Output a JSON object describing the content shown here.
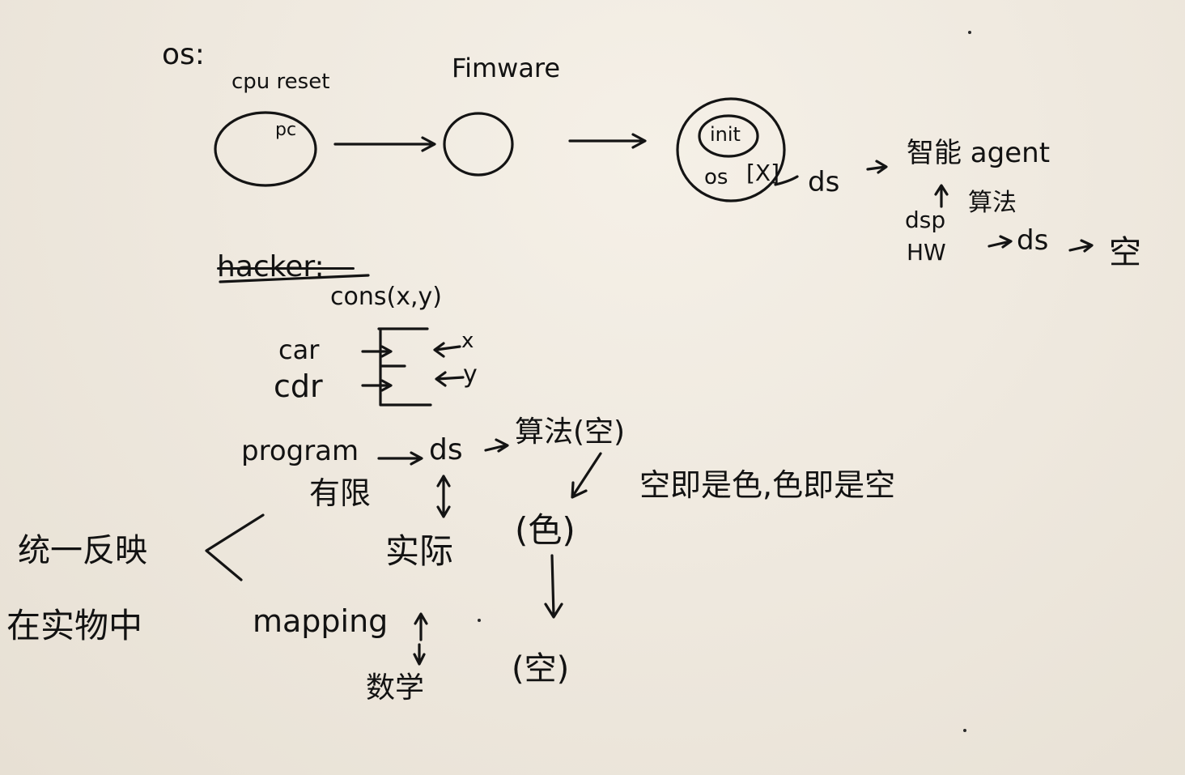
{
  "note": {
    "title": "os:",
    "boot": {
      "cpu_reset": "cpu reset",
      "pc": "pc",
      "firmware": "Fimware",
      "init": "init",
      "os": "os",
      "os_bracket": "[X]",
      "ds": "ds",
      "agent": "智能 agent",
      "algo": "算法",
      "dsp": "dsp",
      "hw": "HW",
      "ds2": "ds",
      "empty": "空"
    },
    "hacker": {
      "heading": "hacker:",
      "cons": "cons(x,y)",
      "car": "car",
      "cdr": "cdr",
      "x": "x",
      "y": "y"
    },
    "flow": {
      "program": "program",
      "ds": "ds",
      "algo_empty": "算法(空)",
      "limited": "有限",
      "reality": "实际",
      "form": "(色)",
      "empty_is_form": "空即是色,色即是空",
      "unified": "统一反映",
      "in_things": "在实物中",
      "mapping": "mapping",
      "math": "数学",
      "empty_final": "(空)"
    }
  }
}
